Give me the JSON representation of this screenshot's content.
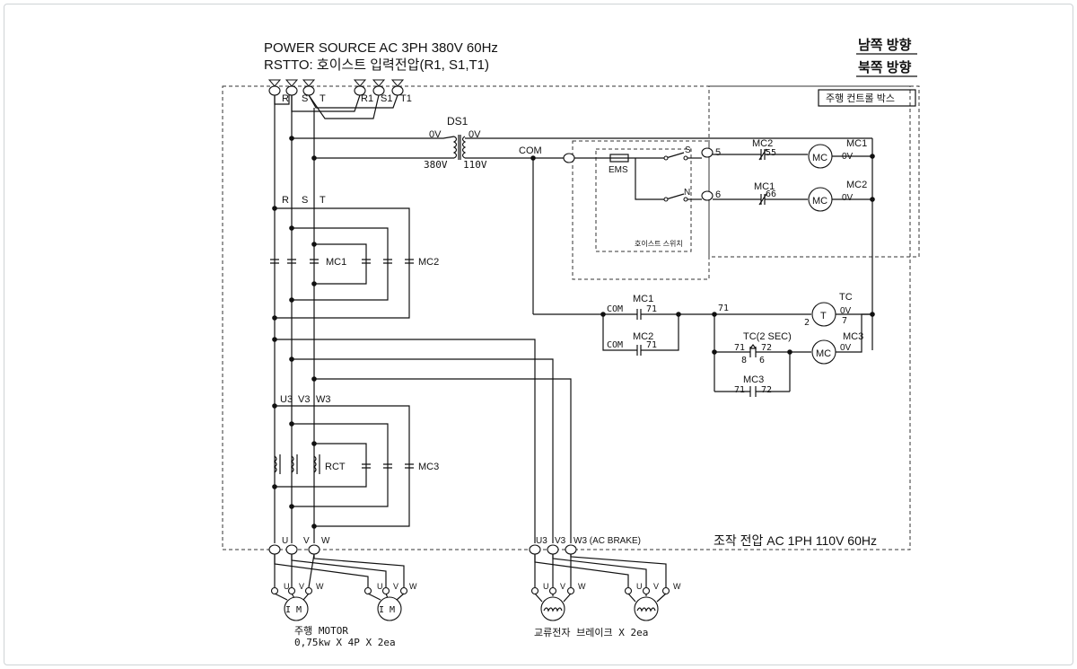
{
  "power_source": {
    "line1": "POWER SOURCE AC 3PH 380V 60Hz",
    "line2": "RSTTO: 호이스트  입력전압(R1, S1,T1)"
  },
  "directions": {
    "south": "남쪽 방향",
    "north": "북쪽 방향"
  },
  "control_box_label": "주행 컨트롤 박스",
  "input_terminals": [
    "R",
    "S",
    "T",
    "R1",
    "S1",
    "T1"
  ],
  "transformer": {
    "name": "DS1",
    "primary_0": "0V",
    "secondary_0": "0V",
    "primary": "380V",
    "secondary": "110V"
  },
  "com_label": "COM",
  "hoist_switch": {
    "ems": "EMS",
    "s": "S",
    "n": "N",
    "box_label": "호이스트 스위치",
    "term5": "5",
    "term6": "6"
  },
  "coils": {
    "mc1": {
      "name": "MC1",
      "symbol": "MC",
      "interlock": "MC2",
      "interlock_no": "55"
    },
    "mc2": {
      "name": "MC2",
      "symbol": "MC",
      "interlock": "MC1",
      "interlock_no": "66"
    },
    "tc": {
      "name": "TC",
      "symbol": "T",
      "left": "2",
      "right_top": "0V",
      "right_bottom": "7"
    },
    "mc3": {
      "name": "MC3",
      "symbol": "MC",
      "right_top": "0V"
    }
  },
  "coil_zero": "0V",
  "timer_contact": {
    "label": "TC(2 SEC)",
    "left_no": "71",
    "right_no": "72",
    "bottom_left": "8",
    "bottom_right": "6"
  },
  "contacts": {
    "mc1_com": {
      "name": "MC1",
      "left": "COM",
      "right": "71"
    },
    "mc2_com": {
      "name": "MC2",
      "left": "COM",
      "right": "71"
    },
    "node71": "71",
    "mc3_hold": {
      "name": "MC3",
      "left": "71",
      "right": "72"
    }
  },
  "rst_labels": [
    "R",
    "S",
    "T"
  ],
  "mc1_label": "MC1",
  "mc2_label": "MC2",
  "uvw3_labels": [
    "U3",
    "V3",
    "W3"
  ],
  "rct_label": "RCT",
  "mc3_label": "MC3",
  "control_voltage": "조작 전압 AC 1PH 110V 60Hz",
  "output_left": [
    "U",
    "V",
    "W"
  ],
  "output_right_labels": [
    "U3",
    "V3",
    "W3 (AC BRAKE)"
  ],
  "motor_terminals": [
    "U",
    "V",
    "W"
  ],
  "motor_symbol": "I M",
  "motor_caption": {
    "line1": "주행 MOTOR",
    "line2": "0,75kw X 4P X 2ea"
  },
  "brake_caption": "교류전자 브레이크 X 2ea"
}
